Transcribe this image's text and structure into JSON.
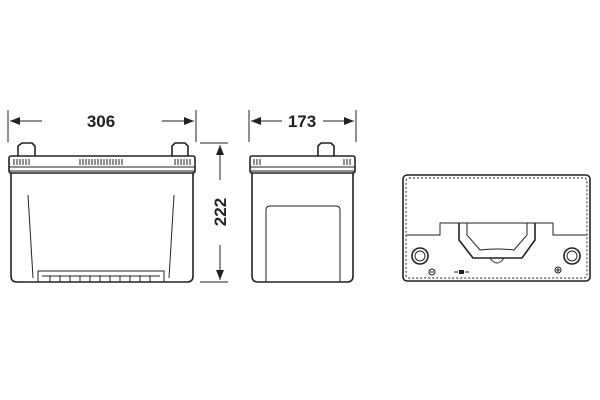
{
  "dimensions": {
    "length": "306",
    "width": "173",
    "height": "222"
  },
  "colors": {
    "line": "#222222",
    "background": "#ffffff"
  }
}
